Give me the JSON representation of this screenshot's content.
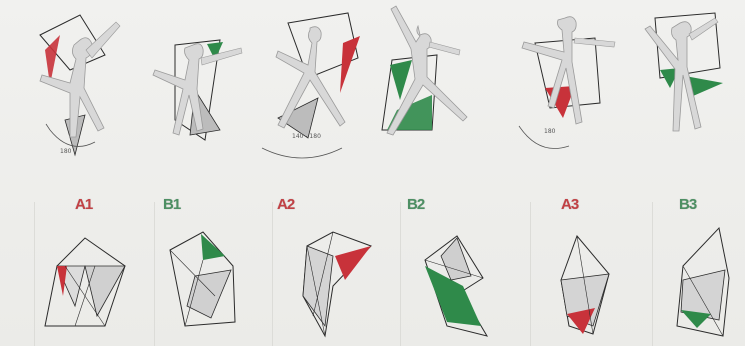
{
  "panels": [
    {
      "label": "A1",
      "group": "A"
    },
    {
      "label": "B1",
      "group": "B"
    },
    {
      "label": "A2",
      "group": "A"
    },
    {
      "label": "B2",
      "group": "B"
    },
    {
      "label": "A3",
      "group": "A"
    },
    {
      "label": "B3",
      "group": "B"
    }
  ],
  "annotations": {
    "angle_1": "180",
    "angle_2": "140 - 180",
    "angle_3": "180"
  },
  "colors": {
    "accent_red": "#c8323a",
    "accent_green": "#2f8a4a",
    "figure": "#d8d8d8",
    "line": "#2b2b2b",
    "shade": "#bcbcbc"
  }
}
